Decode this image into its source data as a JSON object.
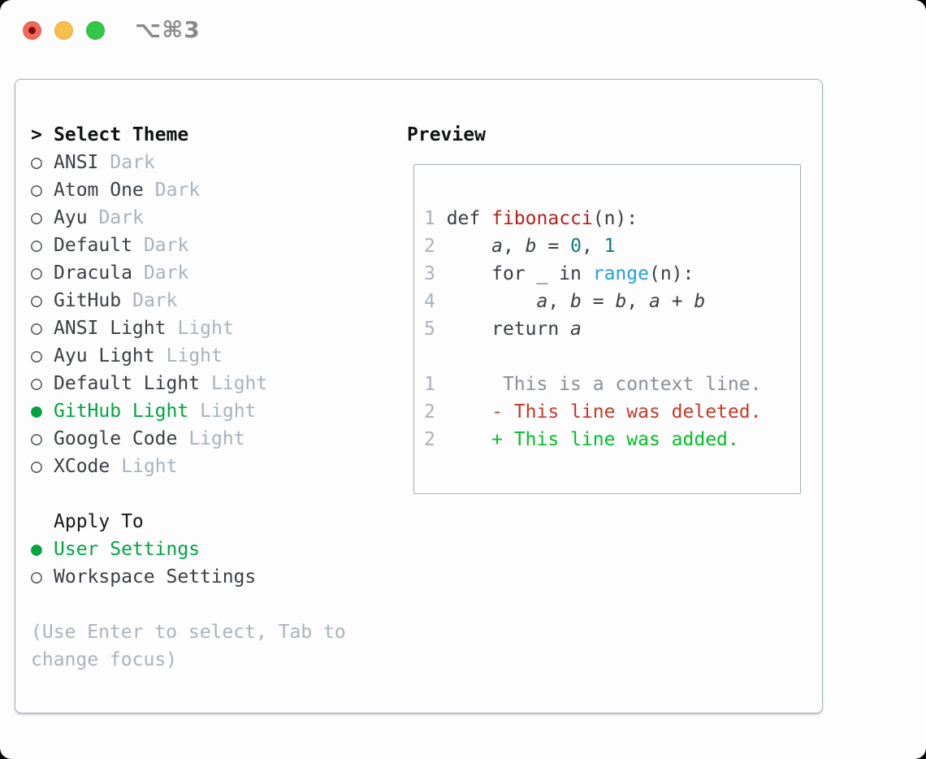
{
  "window": {
    "shortcut_label": "⌥⌘3",
    "traffic_lights": [
      "close",
      "minimize",
      "zoom"
    ]
  },
  "colors": {
    "accent_green": "#00a540",
    "added_green": "#00bf29",
    "deleted_red": "#c43a26",
    "function_red": "#b2231c",
    "builtin_blue": "#239fd8",
    "number_teal": "#0e7c80",
    "muted_gray": "#a9b3bd",
    "text_dark": "#3a3e44",
    "traffic_red": "#f0695c",
    "traffic_yellow": "#f6bf4e",
    "traffic_green": "#33c748"
  },
  "theme_panel": {
    "title": {
      "prompt": ">",
      "label": "Select Theme"
    },
    "themes": [
      {
        "bullet": "○",
        "name": "ANSI",
        "variant": "Dark",
        "selected": false
      },
      {
        "bullet": "○",
        "name": "Atom One",
        "variant": "Dark",
        "selected": false
      },
      {
        "bullet": "○",
        "name": "Ayu",
        "variant": "Dark",
        "selected": false
      },
      {
        "bullet": "○",
        "name": "Default",
        "variant": "Dark",
        "selected": false
      },
      {
        "bullet": "○",
        "name": "Dracula",
        "variant": "Dark",
        "selected": false
      },
      {
        "bullet": "○",
        "name": "GitHub",
        "variant": "Dark",
        "selected": false
      },
      {
        "bullet": "○",
        "name": "ANSI Light",
        "variant": "Light",
        "selected": false
      },
      {
        "bullet": "○",
        "name": "Ayu Light",
        "variant": "Light",
        "selected": false
      },
      {
        "bullet": "○",
        "name": "Default Light",
        "variant": "Light",
        "selected": false
      },
      {
        "bullet": "●",
        "name": "GitHub Light",
        "variant": "Light",
        "selected": true
      },
      {
        "bullet": "○",
        "name": "Google Code",
        "variant": "Light",
        "selected": false
      },
      {
        "bullet": "○",
        "name": "XCode",
        "variant": "Light",
        "selected": false
      }
    ],
    "apply_to": {
      "title": "Apply To",
      "options": [
        {
          "bullet": "●",
          "name": "User Settings",
          "selected": true
        },
        {
          "bullet": "○",
          "name": "Workspace Settings",
          "selected": false
        }
      ]
    },
    "hint_lines": [
      "(Use Enter to select, Tab to",
      "change focus)"
    ]
  },
  "preview": {
    "title": "Preview",
    "code": [
      {
        "no": "1",
        "tokens": [
          {
            "c": "plain",
            "t": " def "
          },
          {
            "c": "fn",
            "t": "fibonacci"
          },
          {
            "c": "plain",
            "t": "(n):"
          }
        ]
      },
      {
        "no": "2",
        "tokens": [
          {
            "c": "plain",
            "t": "     "
          },
          {
            "c": "var",
            "t": "a"
          },
          {
            "c": "plain",
            "t": ", "
          },
          {
            "c": "var",
            "t": "b"
          },
          {
            "c": "plain",
            "t": " = "
          },
          {
            "c": "num",
            "t": "0"
          },
          {
            "c": "plain",
            "t": ", "
          },
          {
            "c": "num",
            "t": "1"
          }
        ]
      },
      {
        "no": "3",
        "tokens": [
          {
            "c": "plain",
            "t": "     for _ in "
          },
          {
            "c": "builtin",
            "t": "range"
          },
          {
            "c": "plain",
            "t": "(n):"
          }
        ]
      },
      {
        "no": "4",
        "tokens": [
          {
            "c": "plain",
            "t": "         "
          },
          {
            "c": "var",
            "t": "a"
          },
          {
            "c": "plain",
            "t": ", "
          },
          {
            "c": "var",
            "t": "b"
          },
          {
            "c": "plain",
            "t": " = "
          },
          {
            "c": "var",
            "t": "b"
          },
          {
            "c": "plain",
            "t": ", "
          },
          {
            "c": "var",
            "t": "a"
          },
          {
            "c": "plain",
            "t": " + "
          },
          {
            "c": "var",
            "t": "b"
          }
        ]
      },
      {
        "no": "5",
        "tokens": [
          {
            "c": "plain",
            "t": "     return "
          },
          {
            "c": "var",
            "t": "a"
          }
        ]
      },
      {
        "no": "",
        "tokens": []
      },
      {
        "no": "1",
        "tokens": [
          {
            "c": "context",
            "t": "      This is a context line."
          }
        ]
      },
      {
        "no": "2",
        "tokens": [
          {
            "c": "del",
            "t": "     - This line was deleted."
          }
        ]
      },
      {
        "no": "2",
        "tokens": [
          {
            "c": "add",
            "t": "     + This line was added."
          }
        ]
      }
    ]
  }
}
